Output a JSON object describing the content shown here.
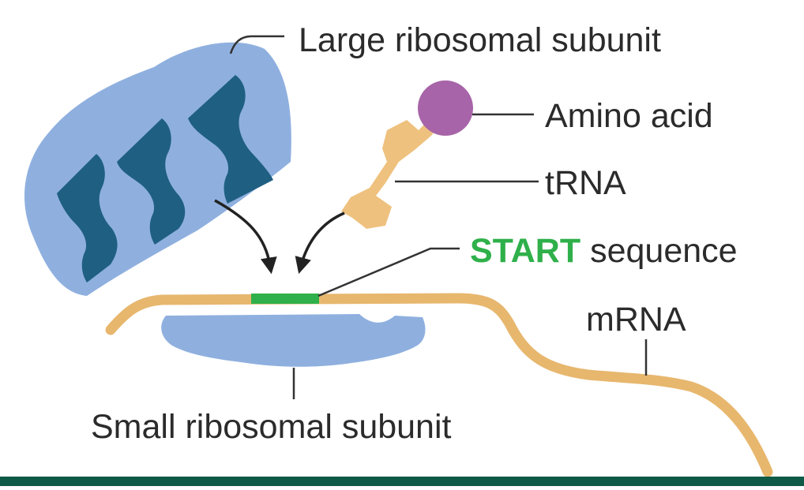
{
  "labels": {
    "large_subunit": "Large ribosomal subunit",
    "amino_acid": "Amino acid",
    "trna": "tRNA",
    "start_word": "START",
    "start_rest": " sequence",
    "mrna": "mRNA",
    "small_subunit": "Small ribosomal subunit"
  },
  "colors": {
    "ribosome_light": "#8fb0df",
    "ribosome_dark": "#1f5f82",
    "trna": "#eec17e",
    "mrna": "#e7b76e",
    "amino_acid": "#a764a8",
    "start_seq": "#2fb04a",
    "leader": "#333333",
    "bottom_bar": "#0e5a46"
  }
}
